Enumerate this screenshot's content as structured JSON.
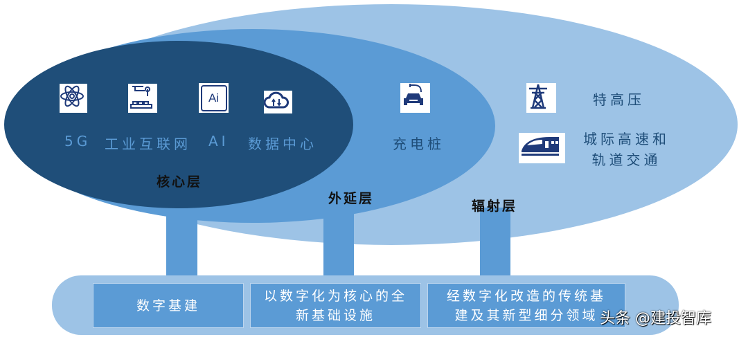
{
  "layers": {
    "core": {
      "label": "核心层",
      "items": [
        {
          "icon": "atom-icon",
          "label": "5G"
        },
        {
          "icon": "robot-arm-assembly-icon",
          "label": "工业互联网"
        },
        {
          "icon": "ai-icon",
          "label": "AI"
        },
        {
          "icon": "cloud-upload-download-icon",
          "label": "数据中心"
        }
      ]
    },
    "extension": {
      "label": "外延层",
      "items": [
        {
          "icon": "charging-car-icon",
          "label": "充电桩"
        }
      ]
    },
    "radiation": {
      "label": "辐射层",
      "items": [
        {
          "icon": "power-tower-icon",
          "label": "特高压"
        },
        {
          "icon": "high-speed-train-icon",
          "label": "城际高速和\n轨道交通"
        }
      ]
    }
  },
  "bottom_boxes": [
    "数字基建",
    "以数字化为核心的全\n新基础设施",
    "经数字化改造的传统基\n建及其新型细分领域"
  ],
  "icon_glyph_ai": "Ai",
  "watermark": "头条 @建投智库",
  "colors": {
    "core": "#1f4e79",
    "extension": "#5b9bd5",
    "radiation": "#9dc3e6"
  }
}
